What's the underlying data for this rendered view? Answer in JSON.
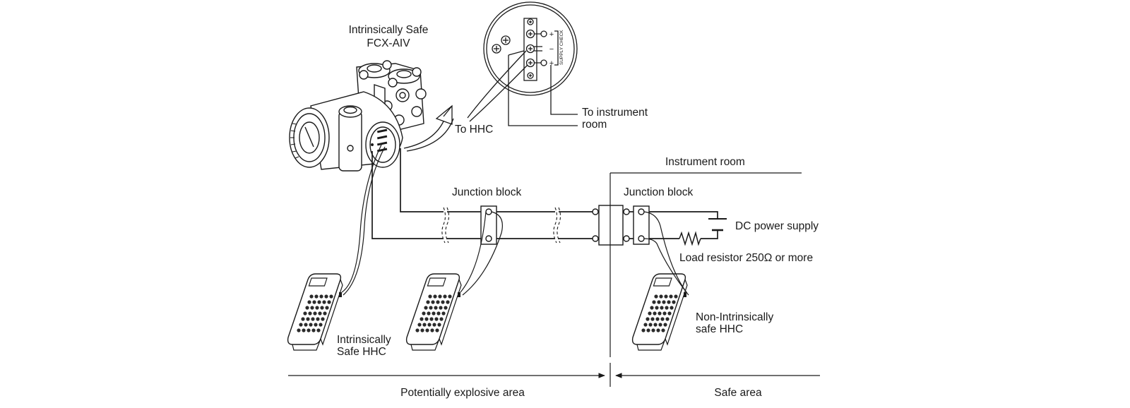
{
  "diagram": {
    "transmitter": {
      "line1": "Intrinsically Safe",
      "line2": "FCX-AIV"
    },
    "terminal_box": {
      "plus": "+",
      "minus": "−",
      "vertical_text": "SUPPLY CHECK"
    },
    "to_hhc": "To HHC",
    "to_instrument": {
      "line1": "To instrument",
      "line2": "room"
    },
    "instrument_room": "Instrument room",
    "junction_block_left": "Junction block",
    "junction_block_right": "Junction block",
    "dc_power_supply": "DC power supply",
    "load_resistor": "Load resistor 250Ω or more",
    "is_hhc": {
      "line1": "Intrinsically",
      "line2": "Safe HHC"
    },
    "nis_hhc": {
      "line1": "Non-Intrinsically",
      "line2": "safe HHC"
    },
    "potentially_explosive_area": "Potentially explosive area",
    "safe_area": "Safe area"
  }
}
